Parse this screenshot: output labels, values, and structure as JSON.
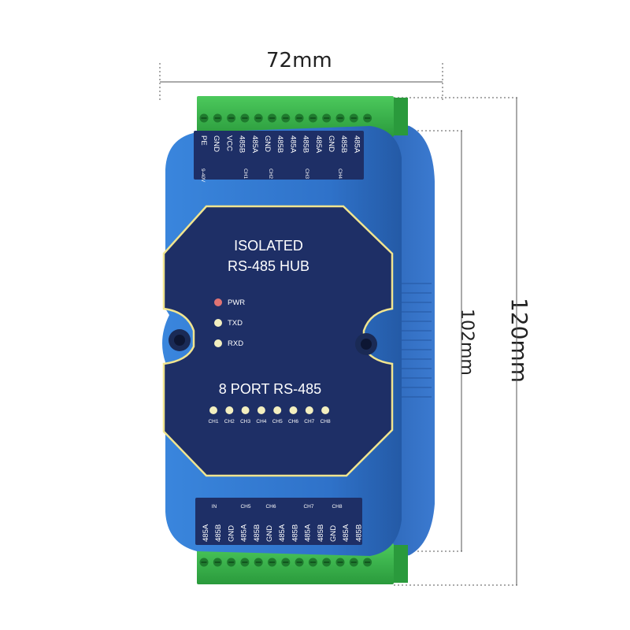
{
  "dimensions": {
    "width": "72mm",
    "height_outer": "120mm",
    "height_inner": "102mm"
  },
  "device": {
    "title_line1": "ISOLATED",
    "title_line2": "RS-485 HUB",
    "subtitle": "8 PORT RS-485",
    "indicators": [
      "PWR",
      "TXD",
      "RXD"
    ],
    "channel_leds": [
      "CH1",
      "CH2",
      "CH3",
      "CH4",
      "CH5",
      "CH6",
      "CH7",
      "CH8"
    ],
    "top_terminals": [
      "PE",
      "GND",
      "VCC",
      "485B",
      "485A",
      "GND",
      "485B",
      "485A",
      "485B",
      "485A",
      "GND",
      "485B",
      "485A"
    ],
    "top_groups": [
      "9-40V",
      "CH1",
      "CH2",
      "CH3",
      "CH4"
    ],
    "bottom_terminals": [
      "485A",
      "485B",
      "GND",
      "485A",
      "485B",
      "GND",
      "485A",
      "485B",
      "485A",
      "485B",
      "GND",
      "485A",
      "485B"
    ],
    "bottom_groups": [
      "IN",
      "CH5",
      "CH6",
      "CH7",
      "CH8"
    ]
  },
  "colors": {
    "body_blue": "#2f72c9",
    "panel_dark": "#1e2f66",
    "terminal_green": "#35b54a",
    "led_red": "#e07373",
    "led_yellow": "#f3efc0"
  }
}
